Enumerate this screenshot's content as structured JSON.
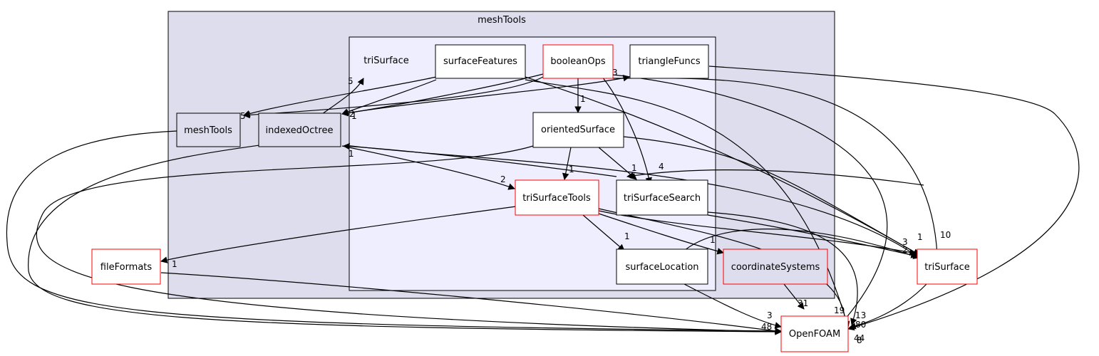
{
  "clusters": {
    "outer": {
      "label": "meshTools"
    },
    "inner": {
      "label": "triSurface"
    }
  },
  "nodes": {
    "surfaceFeatures": "surfaceFeatures",
    "booleanOps": "booleanOps",
    "triangleFuncs": "triangleFuncs",
    "meshTools": "meshTools",
    "indexedOctree": "indexedOctree",
    "orientedSurface": "orientedSurface",
    "triSurfaceTools": "triSurfaceTools",
    "triSurfaceSearch": "triSurfaceSearch",
    "surfaceLocation": "surfaceLocation",
    "coordinateSystems": "coordinateSystems",
    "fileFormats": "fileFormats",
    "triSurface": "triSurface",
    "OpenFOAM": "OpenFOAM"
  },
  "edge_labels": {
    "l1": "5",
    "l2": "3",
    "l3": "1",
    "l4": "5",
    "l5": "1",
    "l6": "2",
    "l7": "1",
    "l8": "1",
    "l9": "1",
    "l10": "4",
    "l11": "2",
    "l12": "1",
    "l13": "1",
    "l14": "1",
    "l15": "3",
    "l16": "1",
    "l17": "2",
    "l18": "10",
    "l19": "31",
    "l20": "3",
    "l21": "19",
    "l22": "13",
    "l23": "80",
    "l24": "48",
    "l25": "44",
    "l26": "8"
  },
  "colors": {
    "outer_fill": "#ddddee",
    "inner_fill": "#eeeeff",
    "red_border": "#ff0000",
    "node_fill": "#ffffff",
    "edge": "#000000"
  }
}
